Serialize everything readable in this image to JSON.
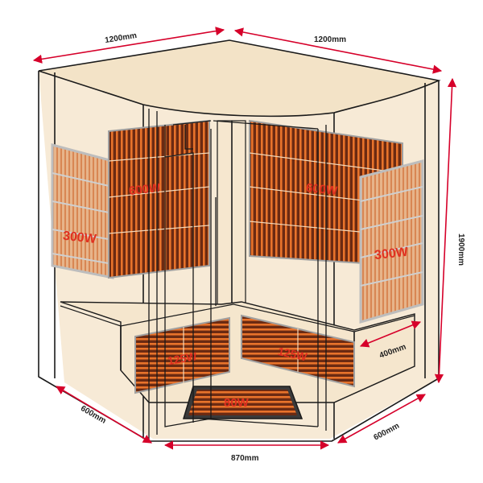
{
  "dimensions": {
    "top_left_width": "1200mm",
    "top_right_width": "1200mm",
    "height": "1900mm",
    "bench_depth": "400mm",
    "bottom_left": "600mm",
    "bottom_front": "870mm",
    "bottom_right": "600mm"
  },
  "heaters": {
    "back_left_upper": "600W",
    "back_right_upper": "600W",
    "left_side": "300W",
    "right_side": "300W",
    "bench_left": "125W",
    "bench_right": "125W",
    "floor": "80W"
  },
  "colors": {
    "cabin_fill": "#f7ead6",
    "cabin_top": "#f3e3c7",
    "heater_dark": "#6b2a12",
    "heater_stripe": "#e8732b",
    "heater_light": "#e9a06a",
    "side_panel_grid": "#c9c9c9",
    "arrow": "#d6002a",
    "watt_label": "#e03020"
  }
}
